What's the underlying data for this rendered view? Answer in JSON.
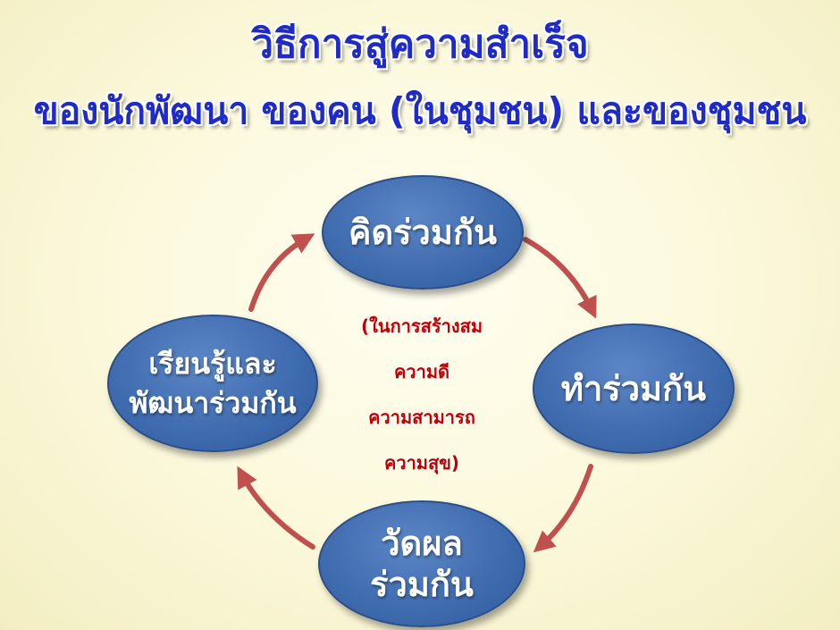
{
  "title": {
    "line1": "วิธีการสู่ความสำเร็จ",
    "line2": "ของนักพัฒนา ของคน (ในชุมชน) และของชุมชน"
  },
  "nodes": {
    "think": {
      "lines": [
        "คิดร่วมกัน"
      ]
    },
    "do": {
      "lines": [
        "ทำร่วมกัน"
      ]
    },
    "measure": {
      "lines": [
        "วัดผล",
        "ร่วมกัน"
      ]
    },
    "learn": {
      "lines": [
        "เรียนรู้และ",
        "พัฒนาร่วมกัน"
      ]
    }
  },
  "center_note": {
    "lines": [
      "(ในการสร้างสม",
      "ความดี",
      "ความสามารถ",
      "ความสุข)"
    ]
  },
  "colors": {
    "title": "#1f2bc6",
    "node_fill": "#3e6aae",
    "arrow": "#c0504d",
    "center_text": "#c00000",
    "background": "#fbf8da"
  }
}
